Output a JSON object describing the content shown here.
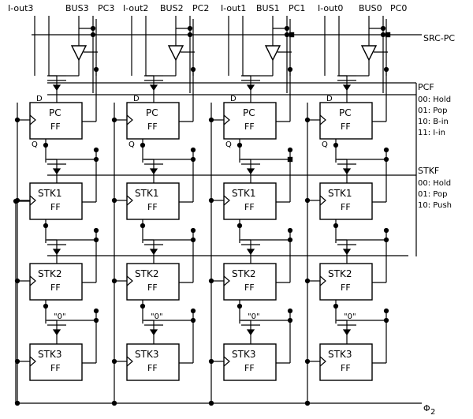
{
  "signals": {
    "top": [
      [
        "I-out3",
        "BUS3",
        "PC3"
      ],
      [
        "I-out2",
        "BUS2",
        "PC2"
      ],
      [
        "I-out1",
        "BUS1",
        "PC1"
      ],
      [
        "I-out0",
        "BUS0",
        "PC0"
      ]
    ],
    "src_pc": "SRC-PC",
    "phi": "Φ",
    "phi_sub": "2"
  },
  "blocks": {
    "pc": {
      "title": "PC",
      "ff": "FF"
    },
    "stack": [
      {
        "title": "STK1",
        "ff": "FF"
      },
      {
        "title": "STK2",
        "ff": "FF"
      },
      {
        "title": "STK3",
        "ff": "FF"
      }
    ],
    "d_label": "D",
    "q_label": "Q",
    "zero_label": "\"0\""
  },
  "legends": {
    "pcf": {
      "title": "PCF",
      "lines": [
        "00: Hold",
        "01: Pop",
        "10: B-in",
        "11: I-in"
      ]
    },
    "stkf": {
      "title": "STKF",
      "lines": [
        "00: Hold",
        "01: Pop",
        "10: Push"
      ]
    }
  }
}
